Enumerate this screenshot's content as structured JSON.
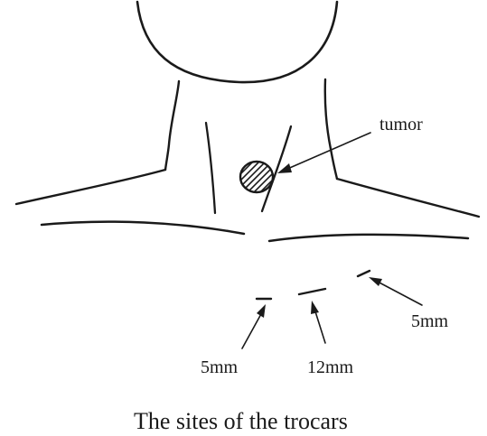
{
  "diagram": {
    "caption": "The sites of the trocars",
    "tumor_label": "tumor",
    "trocar_labels": {
      "left": "5mm",
      "middle": "12mm",
      "right": "5mm"
    }
  },
  "colors": {
    "ink": "#1a1a1a",
    "background": "#ffffff"
  }
}
